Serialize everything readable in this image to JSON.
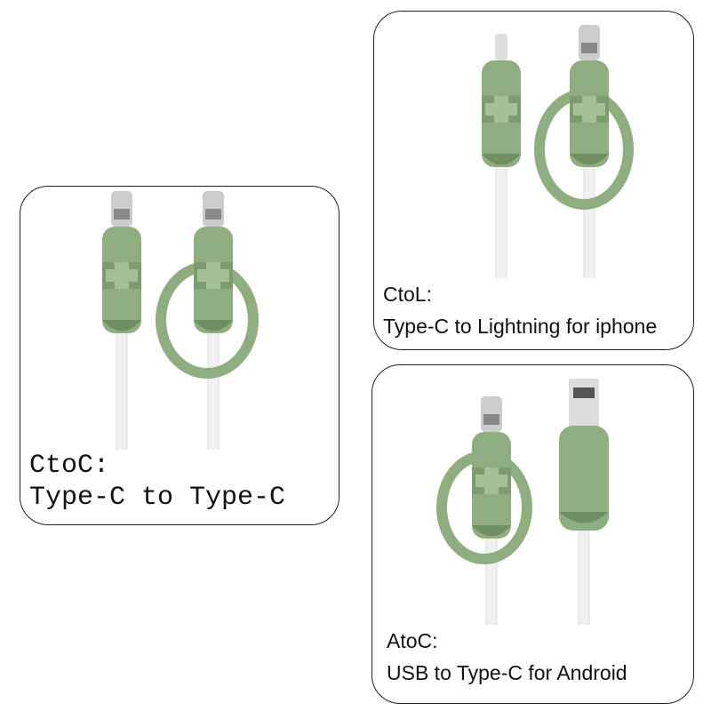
{
  "panels": [
    {
      "code": "CtoC:",
      "description": "Type-C to Type-C"
    },
    {
      "code": "CtoL:",
      "description": "Type-C to Lightning for iphone"
    },
    {
      "code": "AtoC:",
      "description": "USB to Type-C for Android"
    }
  ],
  "colors": {
    "protector": "#8fae7f",
    "protector_dark": "#6f8f62",
    "cable": "#f4f4f4",
    "metal": "#c9c9c9"
  }
}
